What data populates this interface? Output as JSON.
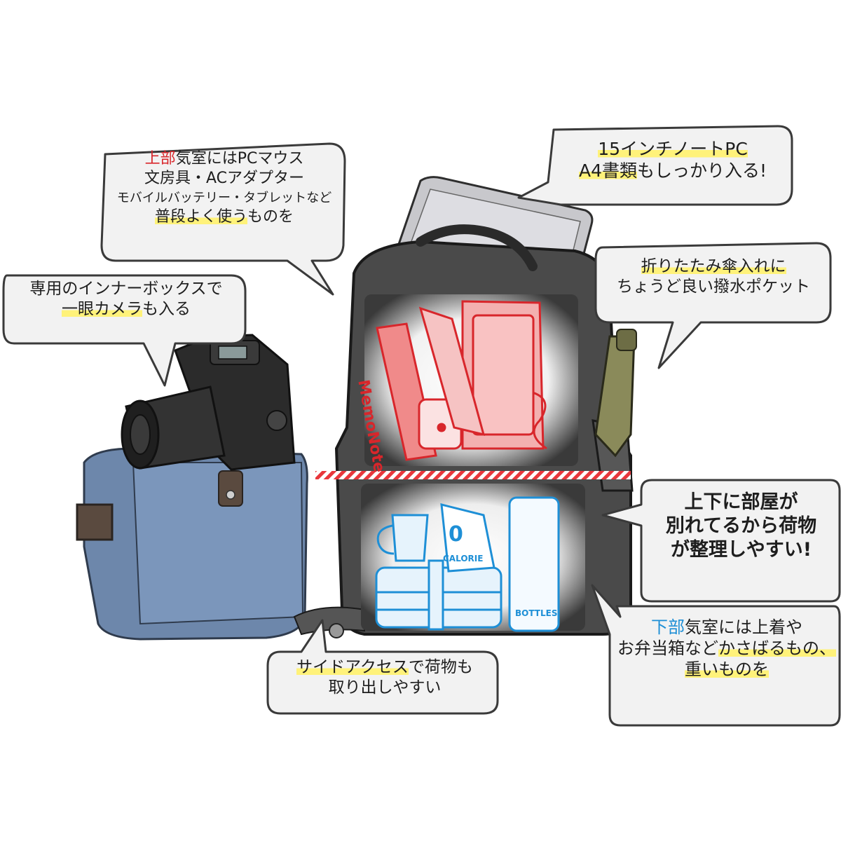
{
  "callouts": {
    "upper_compartment": {
      "lines": [
        {
          "parts": [
            {
              "text": "上部",
              "style": "red"
            },
            {
              "text": "気室にはPCマウス",
              "style": ""
            }
          ]
        },
        {
          "parts": [
            {
              "text": "文房具・ACアダプター",
              "style": ""
            }
          ]
        },
        {
          "parts": [
            {
              "text": "モバイルバッテリー・タブレットなど",
              "style": "small"
            }
          ]
        },
        {
          "parts": [
            {
              "text": "普段よく使う",
              "style": "hl"
            },
            {
              "text": "ものを",
              "style": ""
            }
          ]
        }
      ]
    },
    "laptop": {
      "lines": [
        {
          "parts": [
            {
              "text": "15インチノートPC",
              "style": "hl"
            }
          ]
        },
        {
          "parts": [
            {
              "text": "A4書類",
              "style": "hl"
            },
            {
              "text": "もしっかり入る!",
              "style": ""
            }
          ]
        }
      ]
    },
    "camera": {
      "lines": [
        {
          "parts": [
            {
              "text": "専用のインナーボックスで",
              "style": ""
            }
          ]
        },
        {
          "parts": [
            {
              "text": "一眼カメラ",
              "style": "hl"
            },
            {
              "text": "も入る",
              "style": ""
            }
          ]
        }
      ]
    },
    "umbrella": {
      "lines": [
        {
          "parts": [
            {
              "text": "折りたたみ傘入れに",
              "style": "hl"
            }
          ]
        },
        {
          "parts": [
            {
              "text": "ちょうど良い撥水ポケット",
              "style": ""
            }
          ]
        }
      ]
    },
    "separation": {
      "lines": [
        {
          "parts": [
            {
              "text": "上下に部屋が",
              "style": "bold"
            }
          ]
        },
        {
          "parts": [
            {
              "text": "別れてるから荷物",
              "style": "bold"
            }
          ]
        },
        {
          "parts": [
            {
              "text": "が整理しやすい!",
              "style": "bold"
            }
          ]
        }
      ]
    },
    "lower_compartment": {
      "lines": [
        {
          "parts": [
            {
              "text": "下部",
              "style": "blue"
            },
            {
              "text": "気室には上着や",
              "style": ""
            }
          ]
        },
        {
          "parts": [
            {
              "text": "お弁当箱など",
              "style": ""
            },
            {
              "text": "かさばるもの、",
              "style": "hl"
            }
          ]
        },
        {
          "parts": [
            {
              "text": "重いものを",
              "style": "hl"
            }
          ]
        }
      ]
    },
    "side_access": {
      "lines": [
        {
          "parts": [
            {
              "text": "サイドアクセス",
              "style": "hl"
            },
            {
              "text": "で荷物も",
              "style": ""
            }
          ]
        },
        {
          "parts": [
            {
              "text": "取り出しやすい",
              "style": ""
            }
          ]
        }
      ]
    }
  },
  "item_labels": {
    "notebook": "MemoNote",
    "drink": "CALORIE",
    "drink_big": "0",
    "bottle": "BOTTLES"
  },
  "colors": {
    "accent_red": "#d8262b",
    "accent_blue": "#1e8fd6",
    "highlight": "#fff27a",
    "bag": "#4a4a4a",
    "camera_box": "#6d87ab"
  }
}
